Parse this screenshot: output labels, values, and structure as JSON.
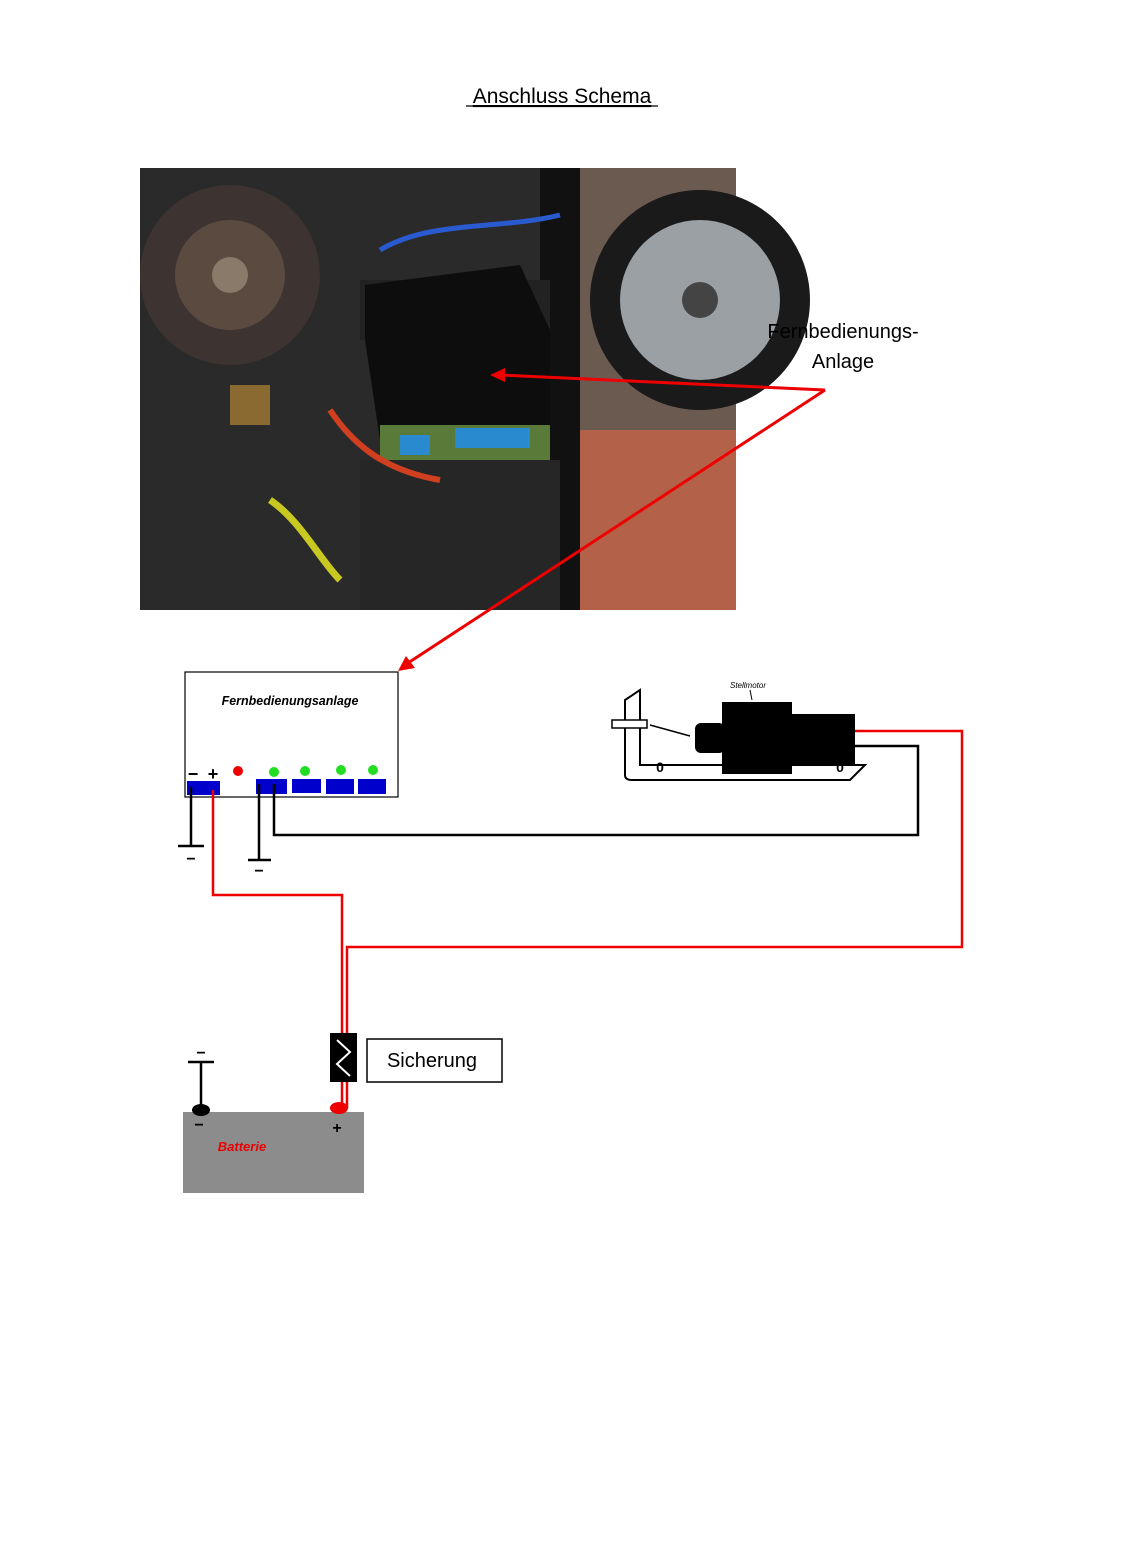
{
  "title": "Anschluss Schema",
  "photo_label": {
    "line1": "Fernbedienungs-",
    "line2": "Anlage"
  },
  "control_unit": {
    "label": "Fernbedienungsanlage",
    "minus": "−",
    "plus": "+"
  },
  "ground_symbols": {
    "minus": "−"
  },
  "motor": {
    "label": "Stellmotor"
  },
  "fuse": {
    "label": "Sicherung"
  },
  "battery": {
    "label": "Batterie",
    "minus": "−",
    "plus": "+"
  },
  "colors": {
    "wire_red": "#ff0000",
    "terminal_blue": "#0000cc",
    "led_green": "#22dd22",
    "led_red": "#ee0000",
    "battery_gray": "#8c8c8c"
  }
}
